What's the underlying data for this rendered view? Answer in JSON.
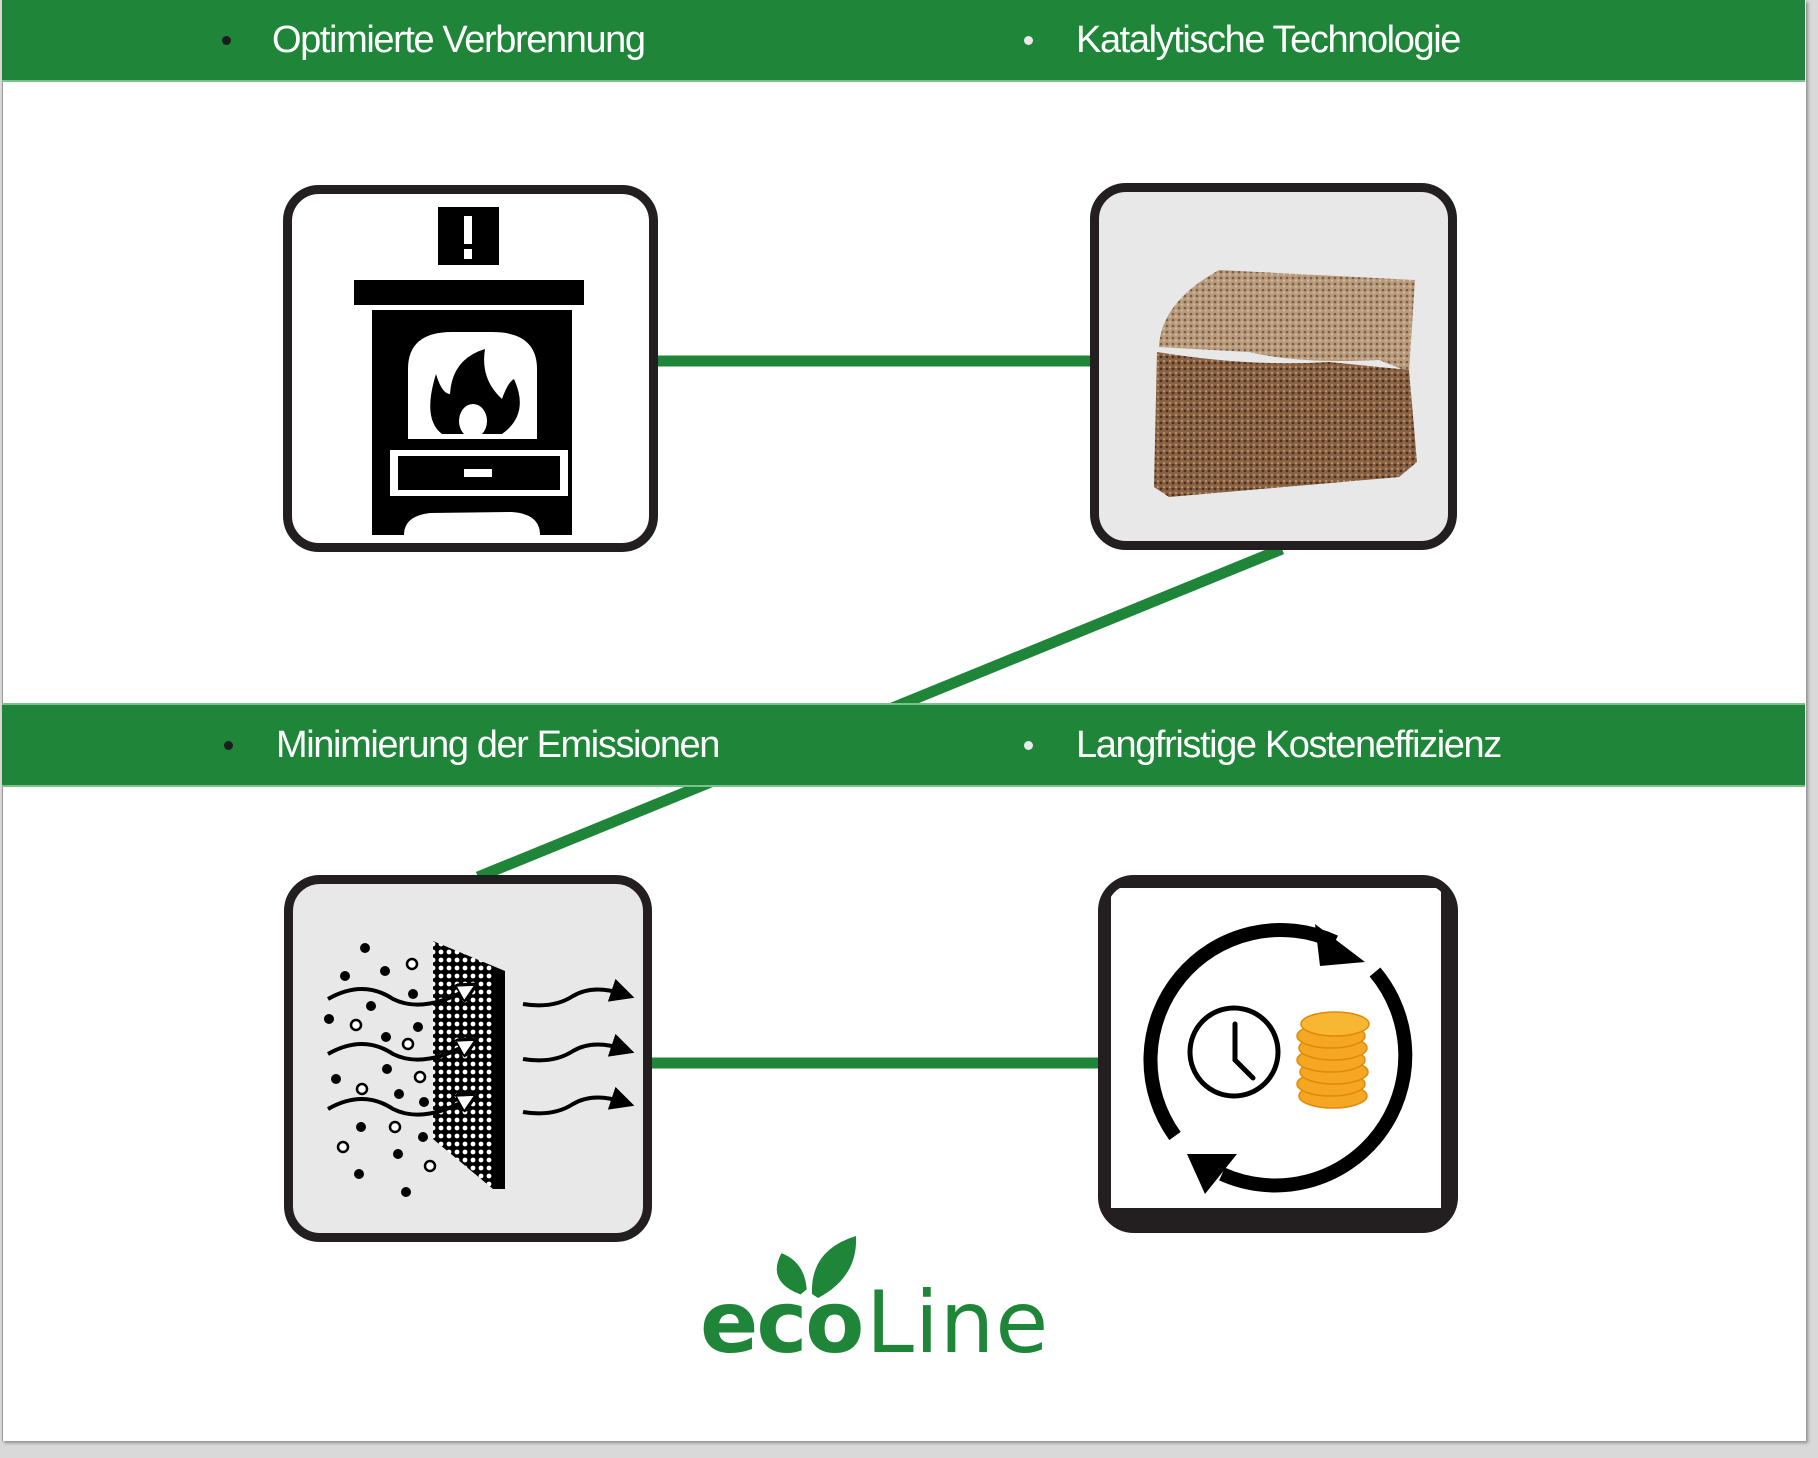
{
  "colors": {
    "brand_green": "#1f8639",
    "card_border": "#231f20",
    "card_fill_light": "#e8e8e8",
    "card_fill_white": "#ffffff",
    "coin_gold": "#f5a623"
  },
  "headings": [
    {
      "label": "Optimierte Verbrennung",
      "bullet": "dark"
    },
    {
      "label": "Katalytische Technologie",
      "bullet": "light"
    },
    {
      "label": "Minimierung der Emissionen",
      "bullet": "dark"
    },
    {
      "label": "Langfristige Kosteneffizienz",
      "bullet": "light"
    }
  ],
  "cards": [
    {
      "icon": "stove-fire-icon",
      "description": "Wood stove with flame"
    },
    {
      "icon": "catalyst-foam-icon",
      "description": "Ceramic foam catalyst material"
    },
    {
      "icon": "particle-filter-icon",
      "description": "Particles passing through filter"
    },
    {
      "icon": "time-money-cycle-icon",
      "description": "Clock and coins in circular arrows"
    }
  ],
  "logo": {
    "part1": "eco",
    "part2": "Line"
  }
}
